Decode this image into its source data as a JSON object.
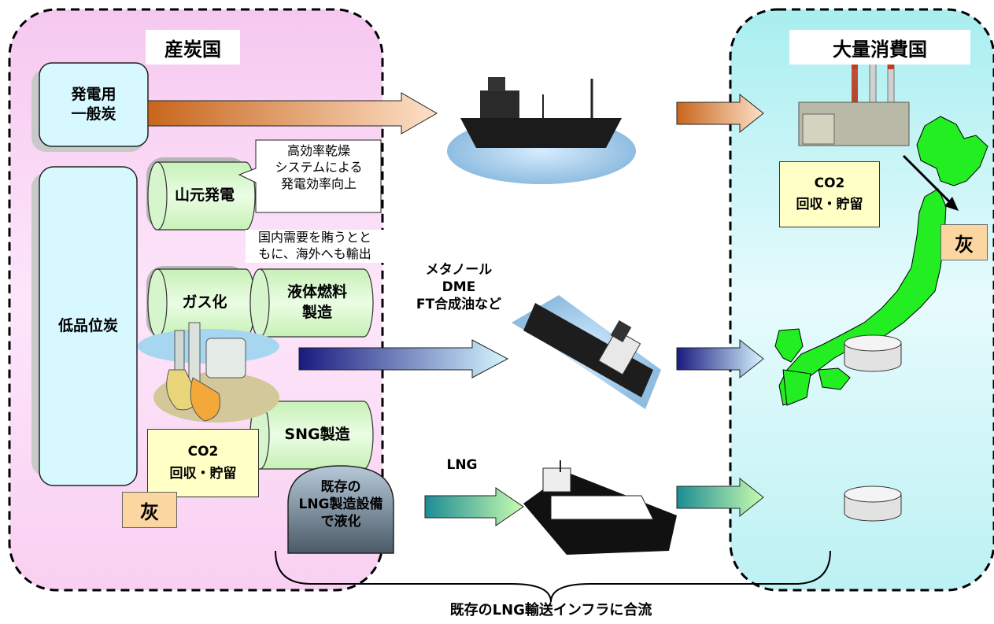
{
  "regions": {
    "producer_title": "産炭国",
    "consumer_title": "大量消費国"
  },
  "producer": {
    "power_coal": "発電用\n一般炭",
    "low_grade_coal": "低品位炭",
    "mine_power": "山元発電",
    "drying_note": "高効率乾燥\nシステムによる\n発電効率向上",
    "domestic_note": "国内需要を賄うとと\nもに、海外へも輸出",
    "gasification": "ガス化",
    "liquid_fuel": "液体燃料\n製造",
    "sng": "SNG製造",
    "co2_storage": "CO2\n回収・貯留",
    "ash": "灰",
    "lng_facility": "既存の\nLNG製造設備\nで液化"
  },
  "transport": {
    "liquid_products": "メタノール\nDME\nFT合成油など",
    "lng": "LNG",
    "infra_note": "既存のLNG輸送インフラに合流"
  },
  "consumer": {
    "co2_storage": "CO2\n回収・貯留",
    "ash": "灰"
  },
  "colors": {
    "producer_bg": "#fbdcf6",
    "consumer_bg": "#c9f5f5",
    "cylinder_green": "#d4f5c8",
    "box_cyan": "#d8f8ff",
    "japan_green": "#22ee22",
    "yellow": "#ffffc6",
    "ash": "#fbd6a0"
  },
  "icons": [
    "cargo-ship-icon",
    "tanker-ship-icon",
    "lng-carrier-icon",
    "power-plant-icon",
    "chemical-plant-icon",
    "storage-tank-icon",
    "japan-map-icon"
  ]
}
